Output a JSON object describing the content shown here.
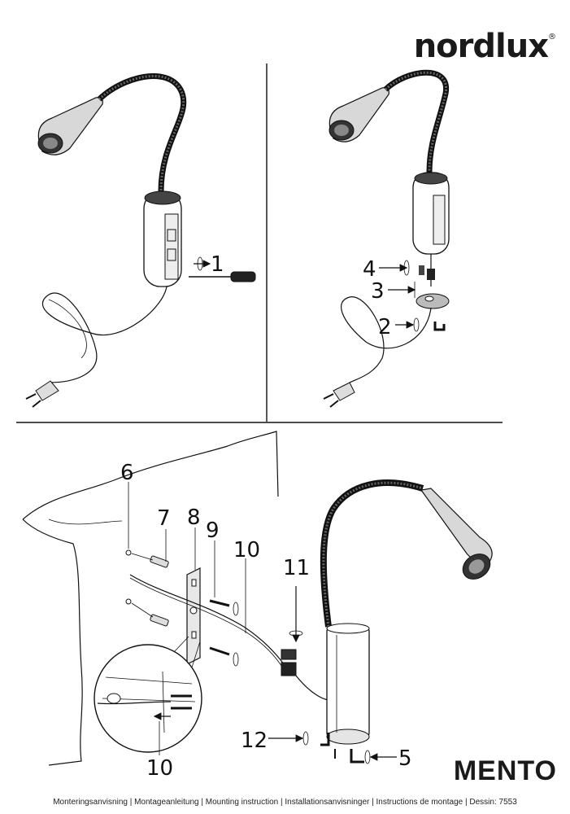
{
  "brand": {
    "name": "nordlux",
    "registered": "®"
  },
  "product": {
    "name": "MENTO"
  },
  "footer": {
    "text": "Monteringsanvisning | Montageanleitung | Mounting instruction | Installationsanvisninger | Instructions de montage | Dessin: 7553"
  },
  "steps": {
    "s1": "1",
    "s2": "2",
    "s3": "3",
    "s4": "4",
    "s5": "5",
    "s6": "6",
    "s7": "7",
    "s8": "8",
    "s9": "9",
    "s10a": "10",
    "s10b": "10",
    "s11": "11",
    "s12": "12"
  }
}
